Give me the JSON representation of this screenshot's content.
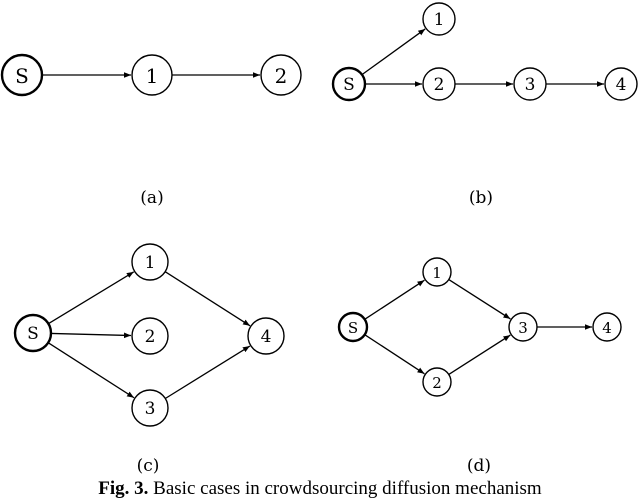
{
  "panels": [
    {
      "label": "(a)",
      "nodes": [
        {
          "id": "S",
          "text": "S",
          "source": true
        },
        {
          "id": "1",
          "text": "1"
        },
        {
          "id": "2",
          "text": "2"
        }
      ],
      "edges": [
        [
          "S",
          "1"
        ],
        [
          "1",
          "2"
        ]
      ]
    },
    {
      "label": "(b)",
      "nodes": [
        {
          "id": "S",
          "text": "S",
          "source": true
        },
        {
          "id": "1",
          "text": "1"
        },
        {
          "id": "2",
          "text": "2"
        },
        {
          "id": "3",
          "text": "3"
        },
        {
          "id": "4",
          "text": "4"
        }
      ],
      "edges": [
        [
          "S",
          "1"
        ],
        [
          "S",
          "2"
        ],
        [
          "2",
          "3"
        ],
        [
          "3",
          "4"
        ]
      ]
    },
    {
      "label": "(c)",
      "nodes": [
        {
          "id": "S",
          "text": "S",
          "source": true
        },
        {
          "id": "1",
          "text": "1"
        },
        {
          "id": "2",
          "text": "2"
        },
        {
          "id": "3",
          "text": "3"
        },
        {
          "id": "4",
          "text": "4"
        }
      ],
      "edges": [
        [
          "S",
          "1"
        ],
        [
          "S",
          "2"
        ],
        [
          "S",
          "3"
        ],
        [
          "1",
          "4"
        ],
        [
          "3",
          "4"
        ]
      ]
    },
    {
      "label": "(d)",
      "nodes": [
        {
          "id": "S",
          "text": "S",
          "source": true
        },
        {
          "id": "1",
          "text": "1"
        },
        {
          "id": "2",
          "text": "2"
        },
        {
          "id": "3",
          "text": "3"
        },
        {
          "id": "4",
          "text": "4"
        }
      ],
      "edges": [
        [
          "S",
          "1"
        ],
        [
          "S",
          "2"
        ],
        [
          "1",
          "3"
        ],
        [
          "2",
          "3"
        ],
        [
          "3",
          "4"
        ]
      ]
    }
  ],
  "caption": {
    "prefix": "Fig. 3.",
    "text": "Basic cases in crowdsourcing diffusion mechanism"
  }
}
